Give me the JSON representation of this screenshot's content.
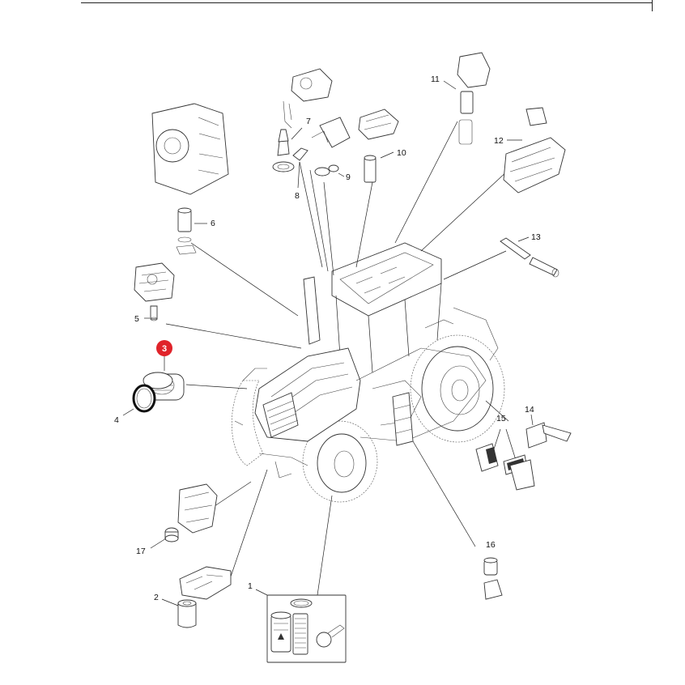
{
  "callouts": [
    {
      "id": "1",
      "label": "1"
    },
    {
      "id": "2",
      "label": "2"
    },
    {
      "id": "3",
      "label": "3"
    },
    {
      "id": "4",
      "label": "4"
    },
    {
      "id": "5",
      "label": "5"
    },
    {
      "id": "6",
      "label": "6"
    },
    {
      "id": "7",
      "label": "7"
    },
    {
      "id": "8",
      "label": "8"
    },
    {
      "id": "9",
      "label": "9"
    },
    {
      "id": "10",
      "label": "10"
    },
    {
      "id": "11",
      "label": "11"
    },
    {
      "id": "12",
      "label": "12"
    },
    {
      "id": "13",
      "label": "13"
    },
    {
      "id": "14",
      "label": "14"
    },
    {
      "id": "15",
      "label": "15"
    },
    {
      "id": "16",
      "label": "16"
    },
    {
      "id": "17",
      "label": "17"
    }
  ],
  "highlight": {
    "label": "3",
    "color": "#e0232a"
  },
  "colors": {
    "line": "#222222",
    "background": "#ffffff"
  }
}
